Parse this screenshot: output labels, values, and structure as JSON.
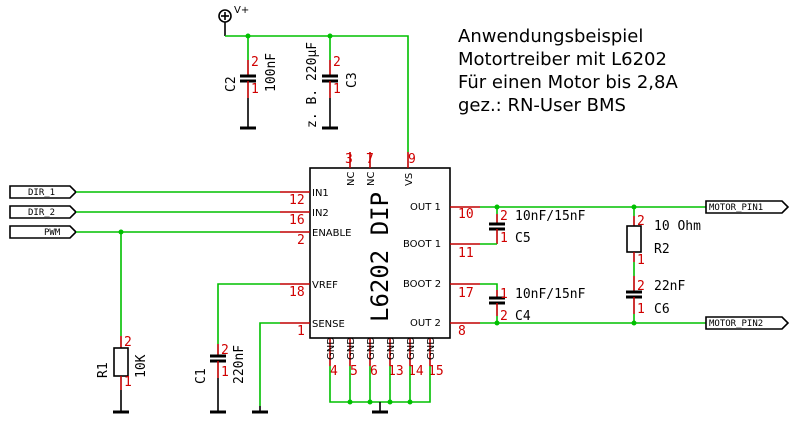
{
  "title": {
    "line1": "Anwendungsbeispiel",
    "line2": "Motortreiber mit L6202",
    "line3": "Für einen Motor bis 2,8A",
    "line4": "gez.: RN-User BMS"
  },
  "supply": {
    "label": "V+"
  },
  "ic": {
    "name": "L6202 DIP",
    "pins_left": [
      {
        "num": "12",
        "name": "IN1"
      },
      {
        "num": "16",
        "name": "IN2"
      },
      {
        "num": "2",
        "name": "ENABLE"
      },
      {
        "num": "18",
        "name": "VREF"
      },
      {
        "num": "1",
        "name": "SENSE"
      }
    ],
    "pins_right": [
      {
        "num": "10",
        "name": "OUT 1"
      },
      {
        "num": "11",
        "name": "BOOT 1"
      },
      {
        "num": "17",
        "name": "BOOT 2"
      },
      {
        "num": "8",
        "name": "OUT 2"
      }
    ],
    "pins_top": [
      {
        "num": "3",
        "name": "NC"
      },
      {
        "num": "7",
        "name": "NC"
      },
      {
        "num": "9",
        "name": "VS"
      }
    ],
    "pins_bottom": [
      {
        "num": "4",
        "name": "GND"
      },
      {
        "num": "5",
        "name": "GND"
      },
      {
        "num": "6",
        "name": "GND"
      },
      {
        "num": "13",
        "name": "GND"
      },
      {
        "num": "14",
        "name": "GND"
      },
      {
        "num": "15",
        "name": "GND"
      }
    ]
  },
  "ports": {
    "dir1": "DIR_1",
    "dir2": "DIR_2",
    "pwm": "PWM",
    "motor1": "MOTOR_PIN1",
    "motor2": "MOTOR_PIN2"
  },
  "components": {
    "c2": {
      "ref": "C2",
      "value": "100nF"
    },
    "c3": {
      "ref": "C3",
      "value": "z. B. 220µF"
    },
    "c5": {
      "ref": "C5",
      "value": "10nF/15nF"
    },
    "c4": {
      "ref": "C4",
      "value": "10nF/15nF"
    },
    "r2": {
      "ref": "R2",
      "value": "10 Ohm"
    },
    "c6": {
      "ref": "C6",
      "value": "22nF"
    },
    "r1": {
      "ref": "R1",
      "value": "10K"
    },
    "c1": {
      "ref": "C1",
      "value": "220nF"
    }
  },
  "pin_numbers": {
    "one": "1",
    "two": "2"
  }
}
